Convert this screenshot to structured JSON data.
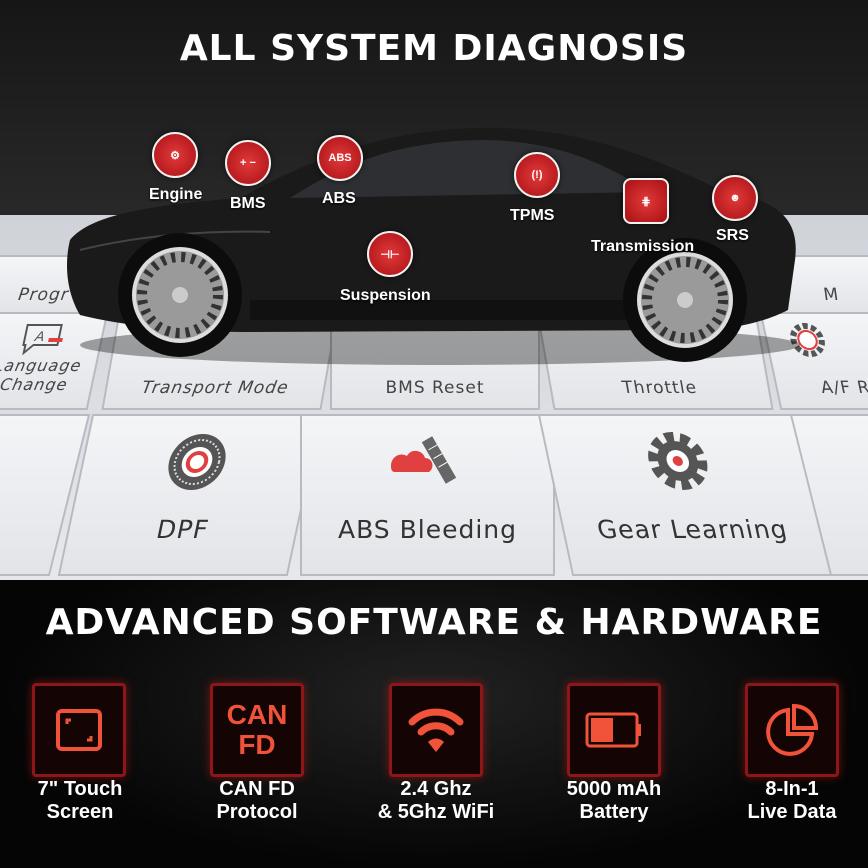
{
  "title_top": "ALL SYSTEM DIAGNOSIS",
  "title_bottom": "ADVANCED SOFTWARE & HARDWARE",
  "systems": [
    {
      "label": "Engine",
      "icon": "engine-icon"
    },
    {
      "label": "BMS",
      "icon": "battery-icon"
    },
    {
      "label": "ABS",
      "icon": "abs-icon",
      "badge": "ABS"
    },
    {
      "label": "TPMS",
      "icon": "tire-pressure-icon"
    },
    {
      "label": "Transmission",
      "icon": "gear-shift-icon"
    },
    {
      "label": "SRS",
      "icon": "airbag-icon"
    },
    {
      "label": "Suspension",
      "icon": "suspension-icon"
    }
  ],
  "tiles_row1": [
    "Progr",
    "Language Change",
    "Transport Mode",
    "BMS Reset",
    "Throttle",
    "A/F R",
    "M"
  ],
  "tiles_row2": [
    "DPF",
    "ABS Bleeding",
    "Gear Learning"
  ],
  "features": [
    {
      "line1": "7\" Touch",
      "line2": "Screen",
      "icon": "touch-screen-icon"
    },
    {
      "line1": "CAN FD",
      "line2": "Protocol",
      "icon": "can-fd-icon",
      "icon_text1": "CAN",
      "icon_text2": "FD"
    },
    {
      "line1": "2.4 Ghz",
      "line2": "& 5Ghz WiFi",
      "icon": "wifi-icon"
    },
    {
      "line1": "5000 mAh",
      "line2": "Battery",
      "icon": "battery-icon"
    },
    {
      "line1": "8-In-1",
      "line2": "Live Data",
      "icon": "pie-chart-icon"
    }
  ],
  "colors": {
    "accent": "#e8412f",
    "badge": "#c41a1f"
  }
}
